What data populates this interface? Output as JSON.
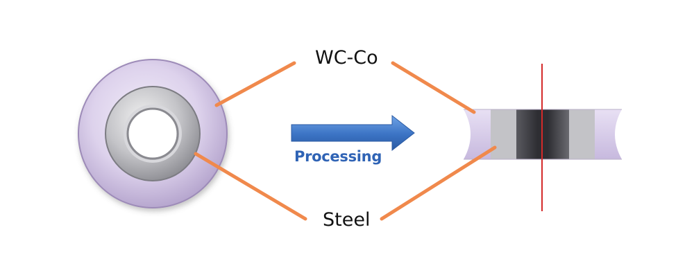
{
  "labels": {
    "outer_material": "WC-Co",
    "inner_material": "Steel",
    "process": "Processing"
  },
  "colors": {
    "leader_lines": "#f0894c",
    "wc_co_ring": "#d9cdea",
    "steel_ring": "#b9b9bd",
    "process_arrow": "#3d78c9",
    "process_text": "#2f63b5",
    "section_line": "#d42a2a"
  },
  "icons": {
    "left": "ring-top-view-icon",
    "right": "ring-cross-section-icon",
    "middle": "right-arrow-icon"
  }
}
